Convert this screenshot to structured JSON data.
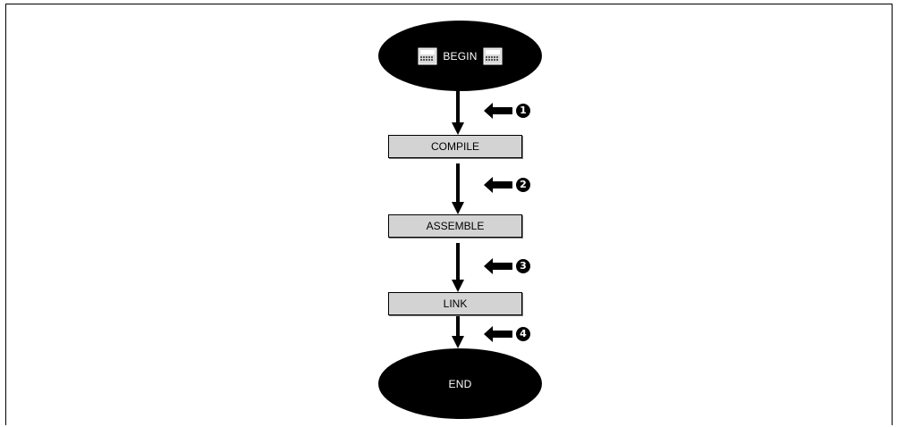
{
  "flow": {
    "begin_label": "BEGIN",
    "end_label": "END",
    "steps": [
      {
        "label": "COMPILE"
      },
      {
        "label": "ASSEMBLE"
      },
      {
        "label": "LINK"
      }
    ],
    "markers": [
      "1",
      "2",
      "3",
      "4"
    ]
  },
  "colors": {
    "terminal_fill": "#000000",
    "terminal_text": "#ffffff",
    "step_fill": "#d3d3d3",
    "arrow": "#000000"
  },
  "icons": {
    "begin_left": "keyboard-icon",
    "begin_right": "keyboard-icon"
  }
}
